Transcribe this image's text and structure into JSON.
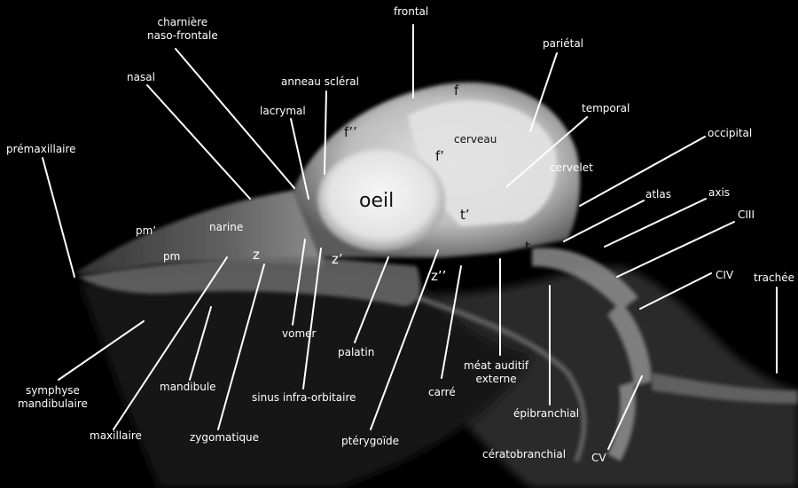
{
  "labels": {
    "frontal": "frontal",
    "parietal": "pariétal",
    "charniere": "charnière\nnaso-frontale",
    "nasal": "nasal",
    "anneau": "anneau scléral",
    "lacrymal": "lacrymal",
    "temporal": "temporal",
    "occipital": "occipital",
    "premaxillaire": "prémaxillaire",
    "atlas": "atlas",
    "axis": "axis",
    "ciii": "CIII",
    "civ": "CIV",
    "trachee": "trachée",
    "symphyse": "symphyse\nmandibulaire",
    "mandibule": "mandibule",
    "maxillaire": "maxillaire",
    "zygomatique": "zygomatique",
    "vomer": "vomer",
    "sinus": "sinus infra-orbitaire",
    "palatin": "palatin",
    "pterygoide": "ptérygoïde",
    "carre": "carré",
    "meat": "méat auditif\nexterne",
    "epibranchial": "épibranchial",
    "ceratobranchial": "cératobranchial",
    "cv": "CV"
  },
  "inner_labels": {
    "f": "f",
    "f2": "f’’",
    "fprime": "f’",
    "cerveau": "cerveau",
    "cervelet": "cervelet",
    "oeil": "oeil",
    "tprime": "t’",
    "t": "t",
    "pm_prime": "pm’",
    "narine": "narine",
    "pm": "pm",
    "z": "z",
    "zprime": "z’",
    "z2": "z’’"
  }
}
